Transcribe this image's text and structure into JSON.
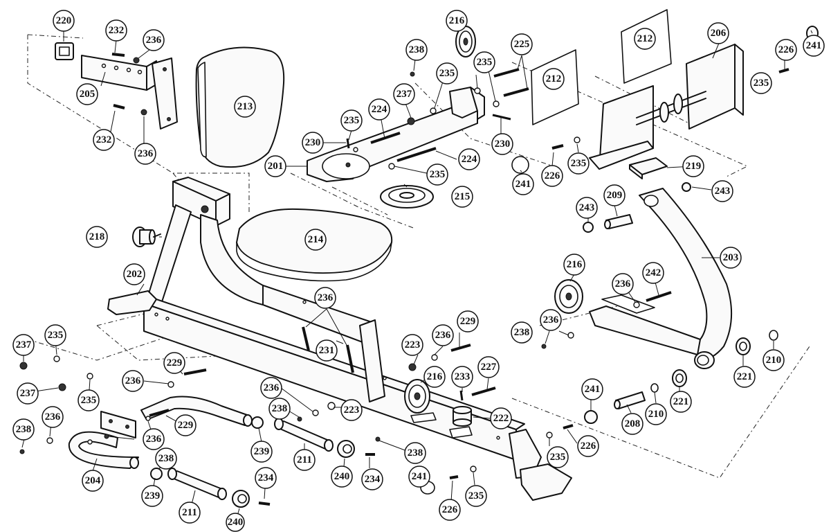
{
  "figure": "exploded parts diagram",
  "labels": {
    "p201": "201",
    "p202": "202",
    "p203": "203",
    "p204": "204",
    "p205": "205",
    "p206": "206",
    "p208": "208",
    "p209": "209",
    "p210": "210",
    "p211": "211",
    "p212": "212",
    "p213": "213",
    "p214": "214",
    "p215": "215",
    "p216": "216",
    "p218": "218",
    "p219": "219",
    "p220": "220",
    "p221": "221",
    "p222": "222",
    "p223": "223",
    "p224": "224",
    "p225": "225",
    "p226": "226",
    "p227": "227",
    "p229": "229",
    "p230": "230",
    "p231": "231",
    "p232": "232",
    "p233": "233",
    "p234": "234",
    "p235": "235",
    "p236": "236",
    "p237": "237",
    "p238": "238",
    "p239": "239",
    "p240": "240",
    "p241": "241",
    "p242": "242",
    "p243": "243"
  }
}
